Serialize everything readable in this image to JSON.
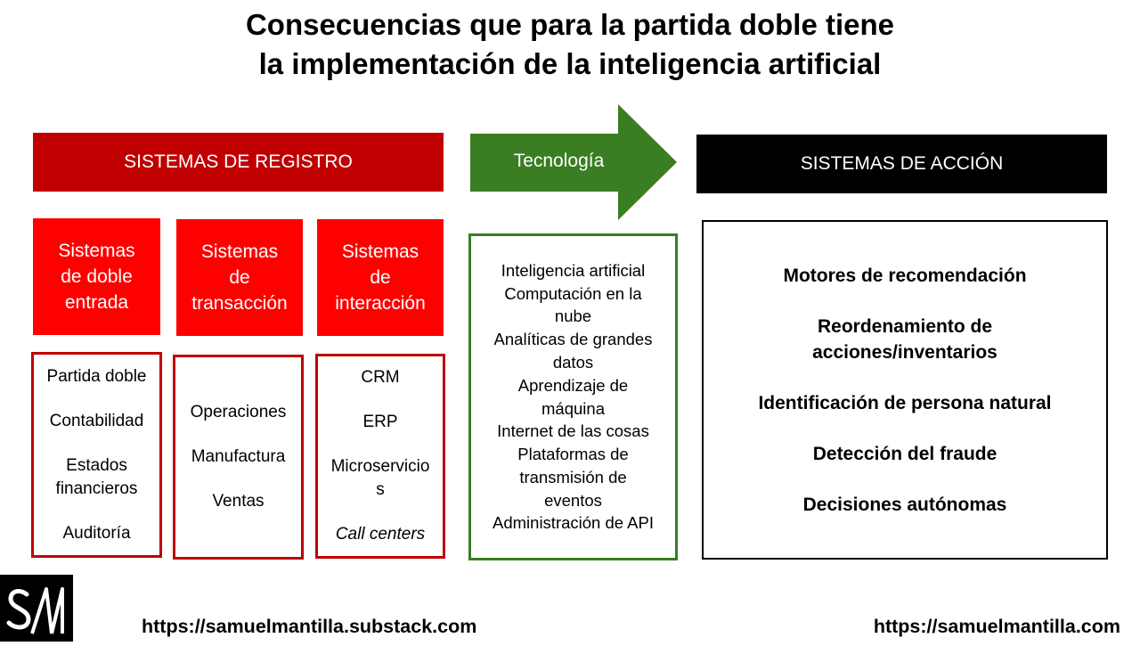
{
  "title": {
    "line1": "Consecuencias que para la partida doble tiene",
    "line2": "la implementación de la inteligencia artificial"
  },
  "registro": {
    "banner": "SISTEMAS DE REGISTRO",
    "columns": [
      {
        "header": [
          "Sistemas",
          "de doble",
          "entrada"
        ],
        "items": [
          "Partida doble",
          "Contabilidad",
          "Estados financieros",
          "Auditoría"
        ]
      },
      {
        "header": [
          "Sistemas",
          "de",
          "transacción"
        ],
        "items": [
          "Operaciones",
          "Manufactura",
          "Ventas"
        ]
      },
      {
        "header": [
          "Sistemas",
          "de",
          "interacción"
        ],
        "items": [
          "CRM",
          "ERP",
          "Microservicios",
          "Call centers"
        ]
      }
    ]
  },
  "tecnologia": {
    "label": "Tecnología",
    "items": [
      "Inteligencia artificial",
      "Computación en la nube",
      "Analíticas de grandes datos",
      "Aprendizaje de máquina",
      "Internet de las cosas",
      "Plataformas de transmisión de eventos",
      "Administración de API"
    ]
  },
  "accion": {
    "banner": "SISTEMAS DE ACCIÓN",
    "items": [
      "Motores de recomendación",
      "Reordenamiento de acciones/inventarios",
      "Identificación de persona natural",
      "Detección del fraude",
      "Decisiones autónomas"
    ]
  },
  "footer": {
    "left_url": "https://samuelmantilla.substack.com",
    "right_url": "https://samuelmantilla.com",
    "logo_text": "SM"
  },
  "colors": {
    "dark_red": "#c00000",
    "red": "#ff0000",
    "green": "#3a7d23",
    "black": "#000000"
  }
}
